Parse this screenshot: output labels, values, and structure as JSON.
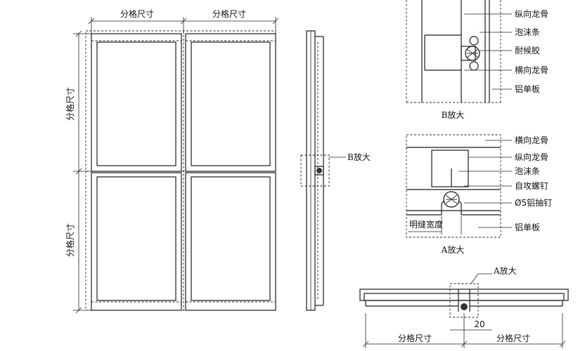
{
  "elevation": {
    "top_dim_left": "分格尺寸",
    "top_dim_right": "分格尺寸",
    "side_dim_top": "分格尺寸",
    "side_dim_bottom": "分格尺寸"
  },
  "section": {
    "callout_b": "B放大"
  },
  "detail_b": {
    "labels": [
      "纵向龙骨",
      "泡沫条",
      "耐候胶",
      "横向龙骨",
      "铝单板"
    ],
    "caption": "B放大"
  },
  "detail_a": {
    "labels": [
      "横向龙骨",
      "纵向龙骨",
      "泡沫条",
      "自攻螺钉",
      "Ø5铝抽钉",
      "铝单板"
    ],
    "gap_label": "明缝宽度",
    "caption": "A放大"
  },
  "plan_section": {
    "callout_a": "A放大",
    "dim_20": "20",
    "dim_left": "分格尺寸",
    "dim_right": "分格尺寸"
  }
}
